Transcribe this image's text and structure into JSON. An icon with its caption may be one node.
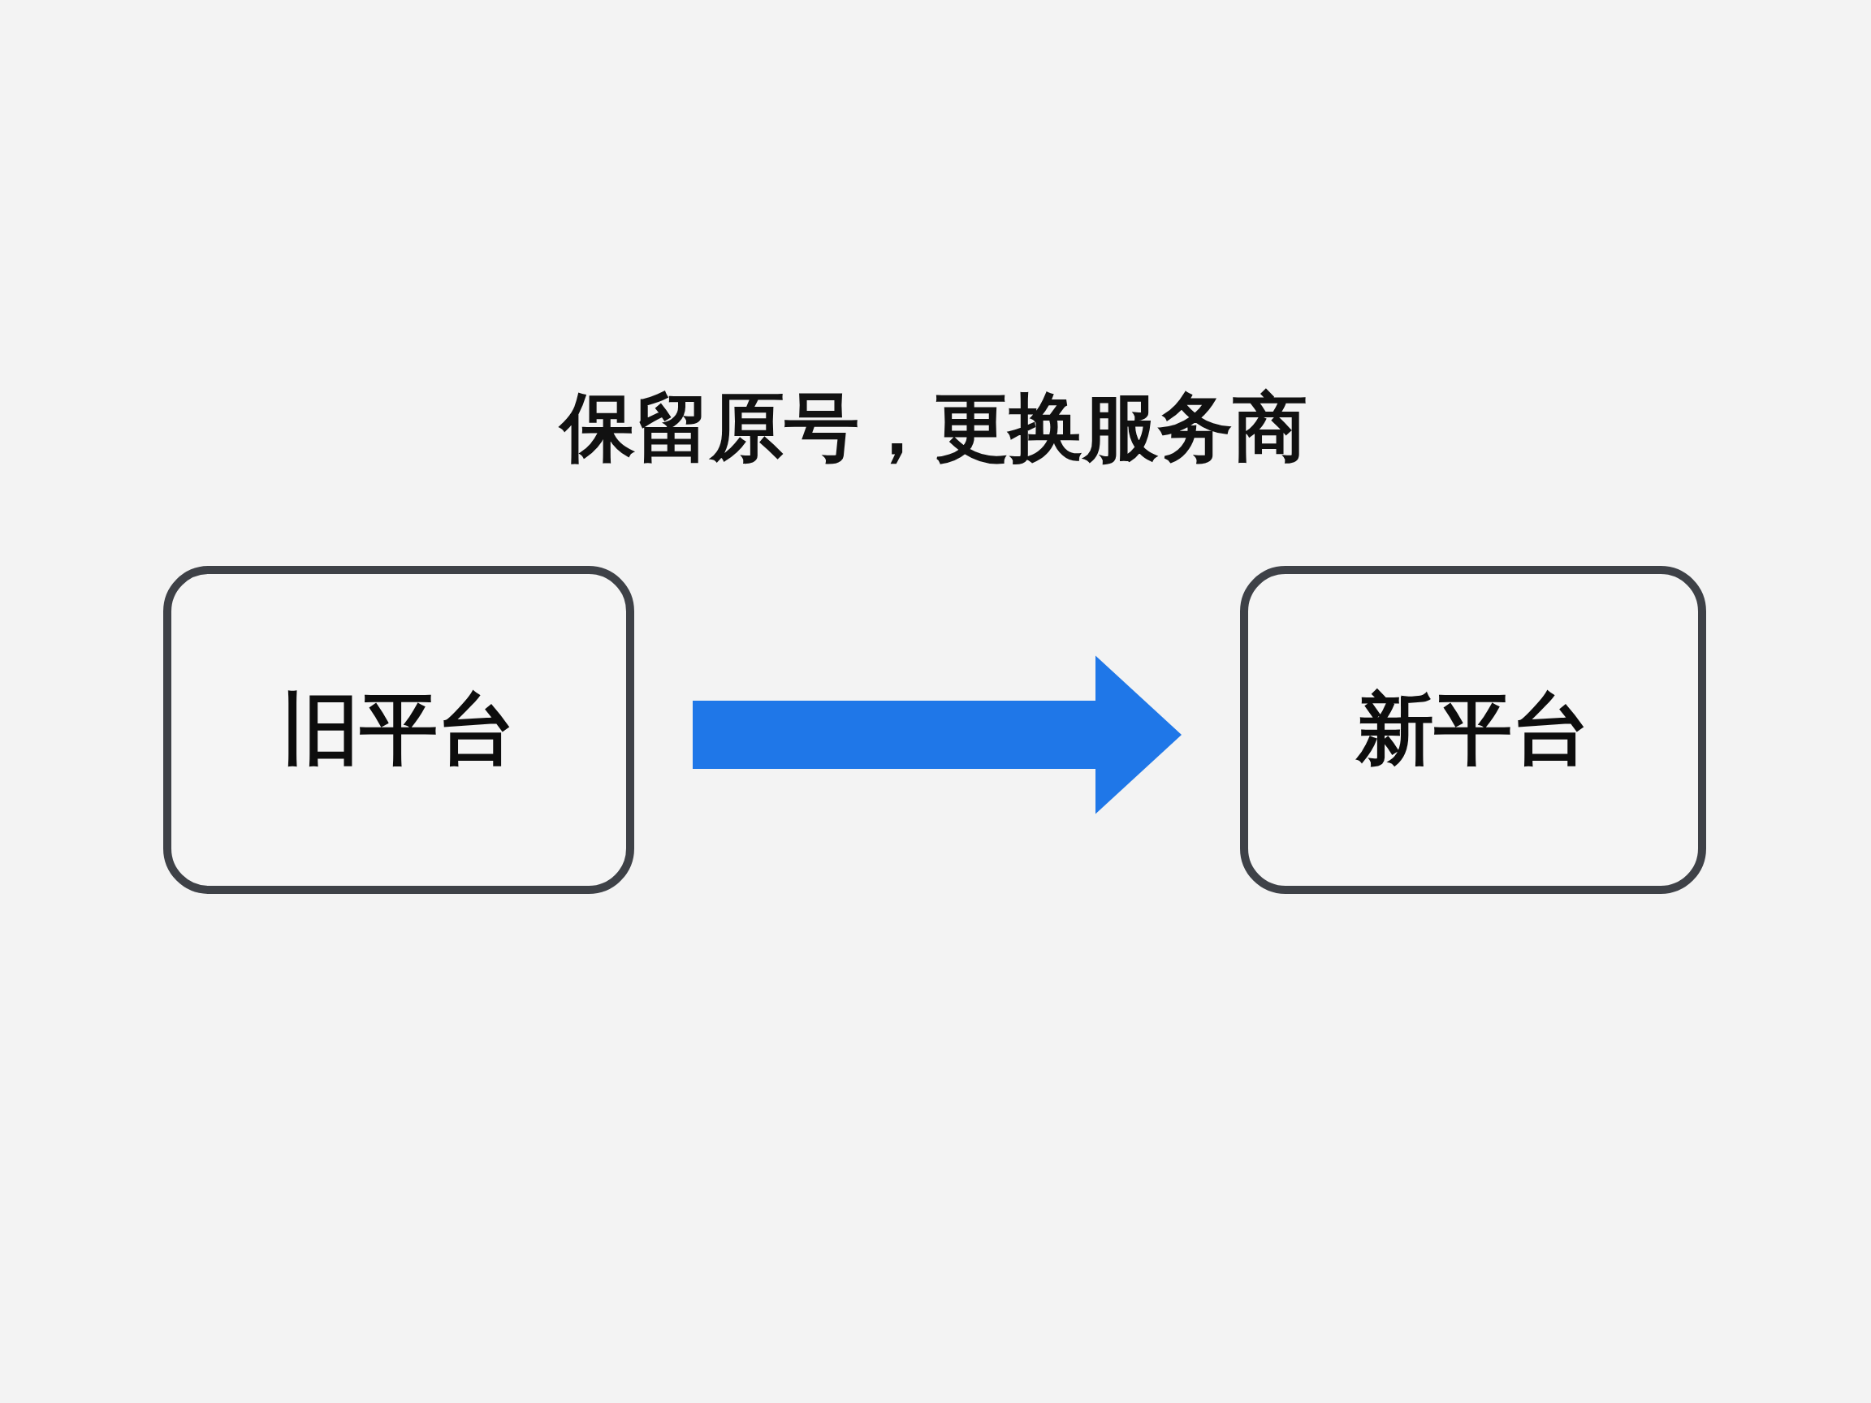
{
  "diagram": {
    "title": "保留原号，更换服务商",
    "nodes": [
      {
        "text": [
          "旧平台"
        ]
      },
      {
        "text": [
          "新平台"
        ]
      }
    ],
    "edges": [
      {
        "from": 0,
        "to": 1,
        "arrow": "to"
      }
    ]
  }
}
